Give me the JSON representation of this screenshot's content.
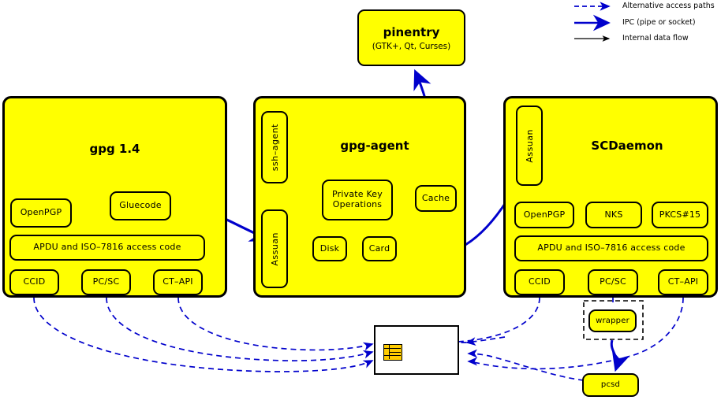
{
  "legend": {
    "items": [
      {
        "id": "alt",
        "label": "Alternative access paths",
        "style": "dashed",
        "color": "#0000cc"
      },
      {
        "id": "ipc",
        "label": "IPC (pipe or socket)",
        "style": "thick-solid",
        "color": "#0000cc"
      },
      {
        "id": "flow",
        "label": "Internal data flow",
        "style": "thin-solid",
        "color": "#000000"
      }
    ]
  },
  "colors": {
    "block_fill": "#ffff00",
    "outline": "#000000",
    "blue": "#0000cc",
    "card_fill": "#ffffff",
    "chip_fill": "#ffcc00"
  },
  "pinentry": {
    "title": "pinentry",
    "subtitle": "(GTK+, Qt, Curses)"
  },
  "gpg": {
    "title": "gpg 1.4",
    "gluecode": "Gluecode",
    "openpgp": "OpenPGP",
    "apdu": "APDU and ISO–7816 access code",
    "drivers": [
      "CCID",
      "PC/SC",
      "CT–API"
    ]
  },
  "agent": {
    "title": "gpg-agent",
    "ssh_agent": "ssh–agent",
    "assuan": "Assuan",
    "private_key_ops_line1": "Private Key",
    "private_key_ops_line2": "Operations",
    "cache": "Cache",
    "disk": "Disk",
    "card": "Card"
  },
  "scdaemon": {
    "title": "SCDaemon",
    "assuan": "Assuan",
    "apps": [
      "OpenPGP",
      "NKS",
      "PKCS#15"
    ],
    "apdu": "APDU and ISO–7816 access code",
    "drivers": [
      "CCID",
      "PC/SC",
      "CT–API"
    ]
  },
  "external": {
    "wrapper": "wrapper",
    "pcsd": "pcsd",
    "smartcard": "smartcard"
  }
}
